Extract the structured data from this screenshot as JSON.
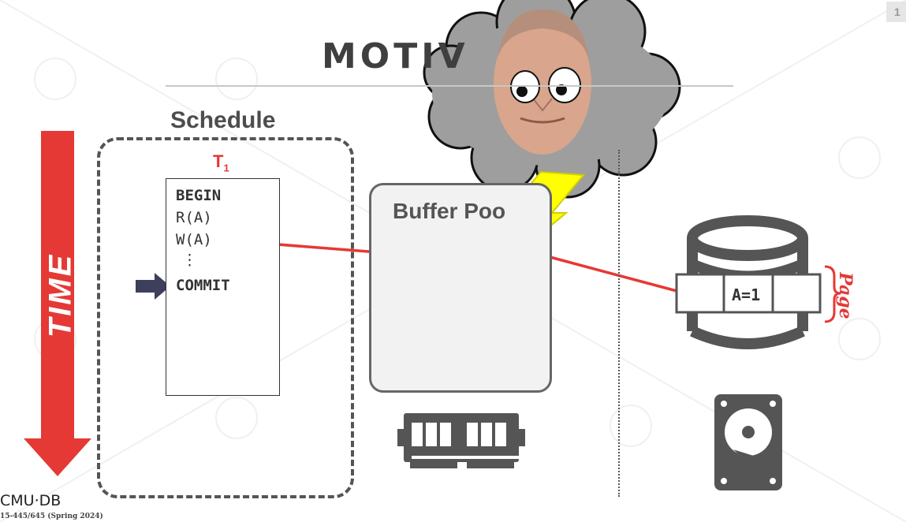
{
  "slide": {
    "title": "MOTIV",
    "number": "1"
  },
  "schedule": {
    "label": "Schedule",
    "transaction_name": "T",
    "transaction_subscript": "1",
    "operations": [
      "BEGIN",
      "R(A)",
      "W(A)",
      "⋮",
      "COMMIT"
    ]
  },
  "time_label": "TIME",
  "buffer_pool": {
    "label": "Buffer Poo"
  },
  "disk_page": {
    "value": "A=1",
    "page_label": "Page"
  },
  "footer": {
    "logo": "CMU·DB",
    "course": "15-445/645 (Spring 2024)"
  },
  "colors": {
    "accent_red": "#e53935",
    "arrow_navy": "#3d3f5c",
    "lightning_yellow": "#ffff00",
    "cloud_gray": "#9e9e9e"
  }
}
